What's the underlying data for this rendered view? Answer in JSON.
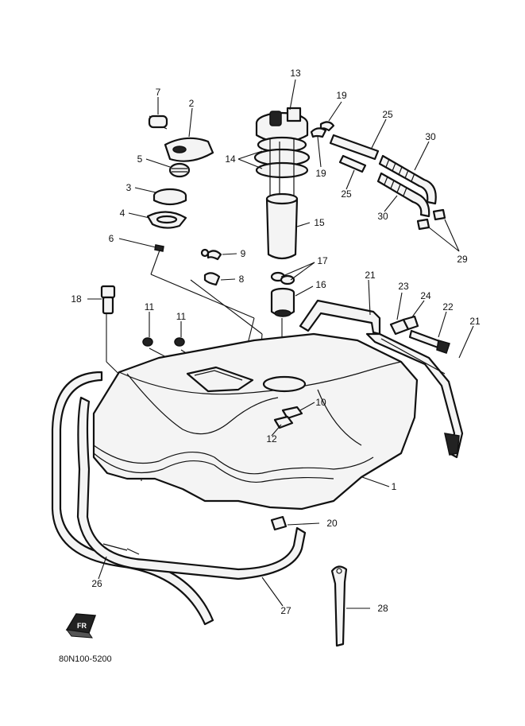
{
  "callouts": {
    "c1": "1",
    "c2": "2",
    "c3": "3",
    "c4": "4",
    "c5": "5",
    "c6": "6",
    "c7": "7",
    "c8": "8",
    "c9": "9",
    "c10": "10",
    "c11a": "11",
    "c11b": "11",
    "c12": "12",
    "c13": "13",
    "c14": "14",
    "c15": "15",
    "c16": "16",
    "c17": "17",
    "c18": "18",
    "c19a": "19",
    "c19b": "19",
    "c20": "20",
    "c21a": "21",
    "c21b": "21",
    "c22": "22",
    "c23": "23",
    "c24": "24",
    "c25a": "25",
    "c25b": "25",
    "c26": "26",
    "c27": "27",
    "c28": "28",
    "c29": "29",
    "c30a": "30",
    "c30b": "30"
  },
  "fr_badge": "FR",
  "drawing_code": "80N100-5200"
}
